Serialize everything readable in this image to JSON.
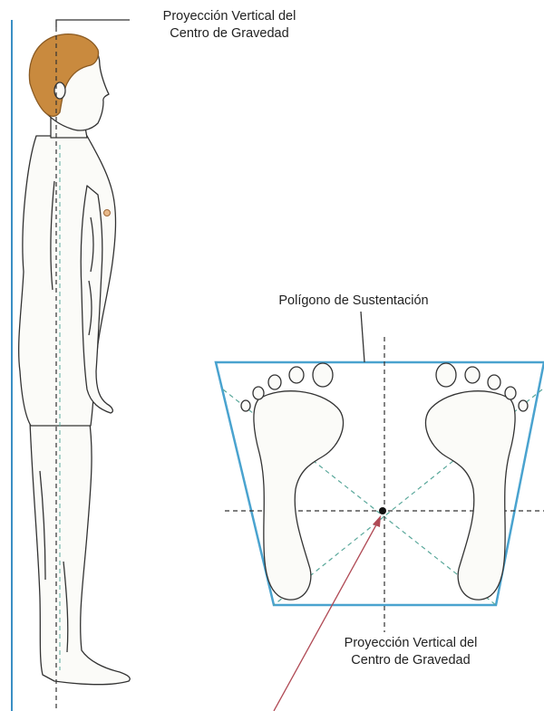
{
  "labels": {
    "top_label_line1": "Proyección Vertical del",
    "top_label_line2": "Centro de Gravedad",
    "polygon_label": "Polígono de Sustentación",
    "bottom_label_line1": "Proyección Vertical del",
    "bottom_label_line2": "Centro de Gravedad"
  },
  "colors": {
    "wall_line": "#3a8fc4",
    "polygon_outline": "#4aa3cf",
    "diagonals": "#5aa89b",
    "hair": "#c98a3e",
    "skin_fill": "#fbfbf8",
    "outline": "#333333",
    "arrow": "#b04a55",
    "gravity_point": "#111111"
  }
}
